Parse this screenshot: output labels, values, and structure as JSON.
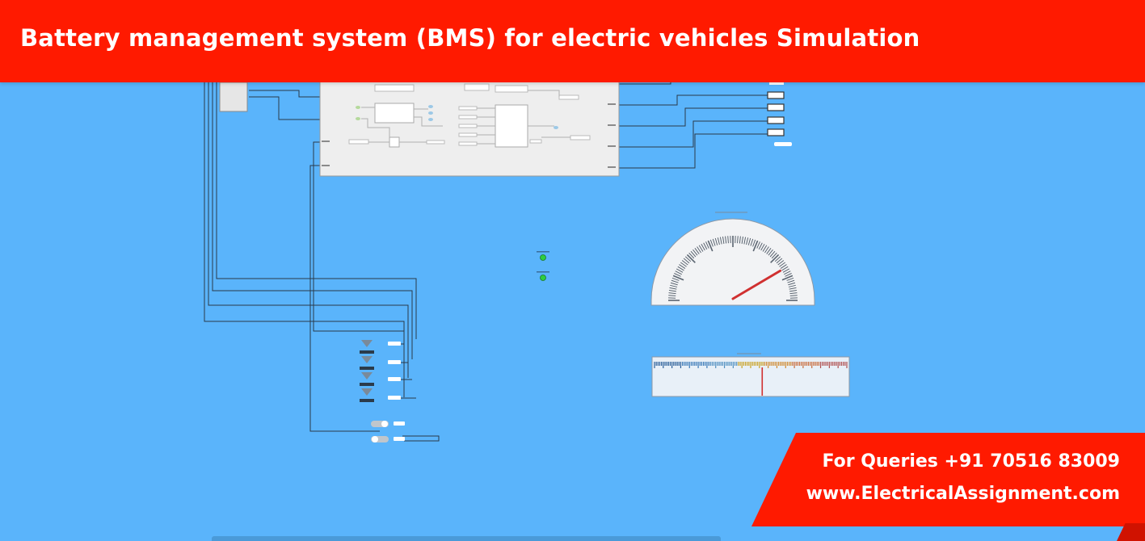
{
  "header": {
    "title": "Battery management system (BMS) for electric vehicles Simulation"
  },
  "contact": {
    "queries": "For Queries +91 70516 83009",
    "website": "www.ElectricalAssignment.com"
  },
  "instruments": {
    "gauge_needle_fraction": 0.83,
    "linear_pointer_fraction": 0.56
  },
  "colors": {
    "canvas_background": "#5ab4fb",
    "banner_red": "#ff1a00",
    "panel_gray": "#eeeeee",
    "indicator_green": "#2ecc40",
    "needle_red": "#d03030"
  }
}
